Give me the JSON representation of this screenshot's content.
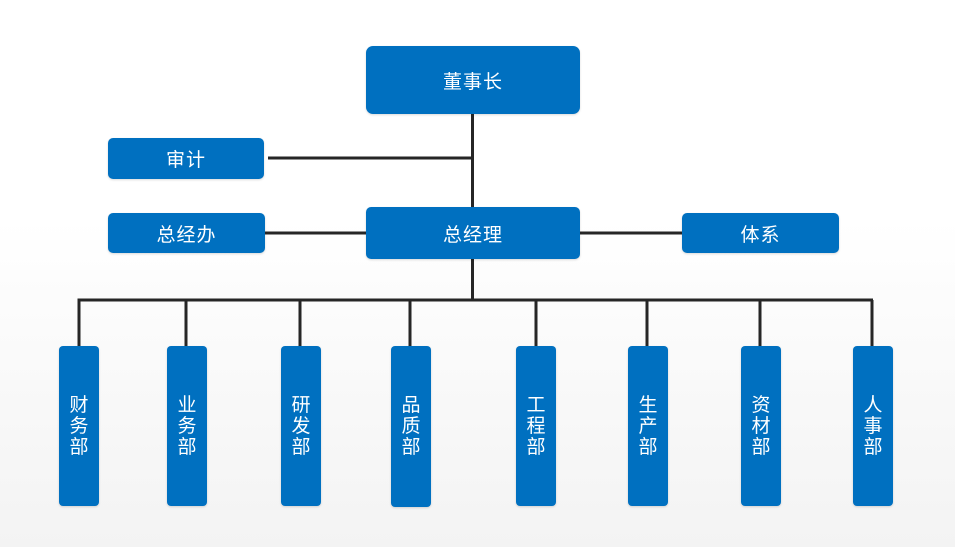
{
  "nodes": {
    "chairman": "董事长",
    "audit": "审计",
    "office": "总经办",
    "general_manager": "总经理",
    "system": "体系"
  },
  "departments": [
    "财务部",
    "业务部",
    "研发部",
    "品质部",
    "工程部",
    "生产部",
    "资材部",
    "人事部"
  ],
  "colors": {
    "box_fill": "#0070c0",
    "box_text": "#ffffff",
    "connector": "#262626"
  }
}
